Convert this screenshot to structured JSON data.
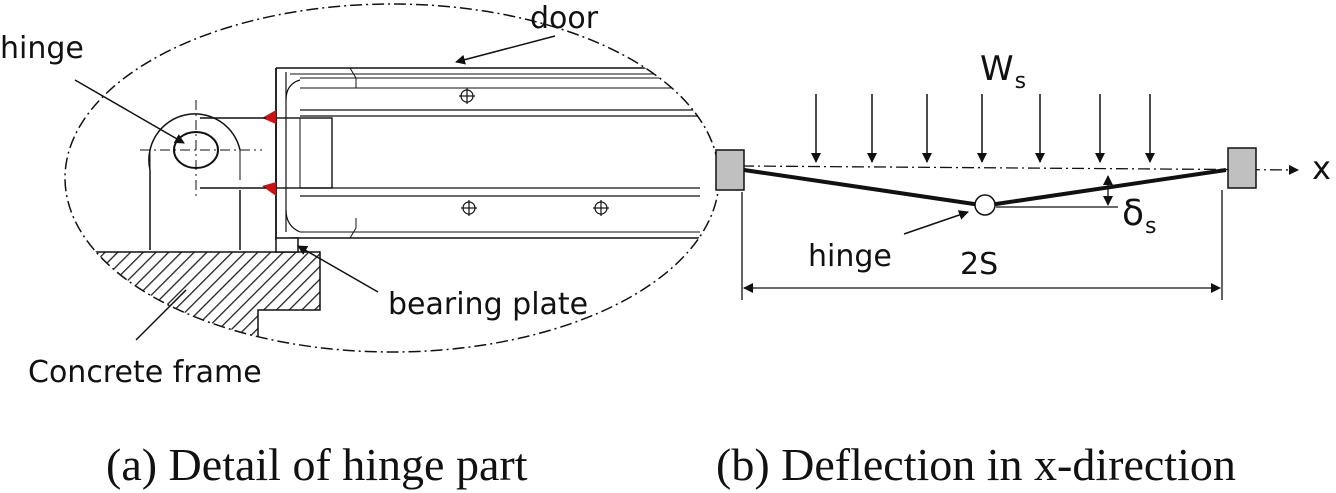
{
  "panel_a": {
    "labels": {
      "door": "door",
      "hinge": "hinge",
      "bearing_plate": "bearing plate",
      "concrete_frame": "Concrete frame"
    },
    "caption": "(a) Detail of hinge part"
  },
  "panel_b": {
    "load": {
      "symbol": "W",
      "subscript": "s"
    },
    "deflection": {
      "symbol": "δ",
      "subscript": "s"
    },
    "axis_label": "x",
    "hinge_label": "hinge",
    "span_label": "2S",
    "caption": "(b) Deflection in x-direction"
  },
  "colors": {
    "ink": "#111111",
    "support_fill": "#c0c0c0",
    "weld": "#d01010",
    "hatch": "#222222"
  }
}
